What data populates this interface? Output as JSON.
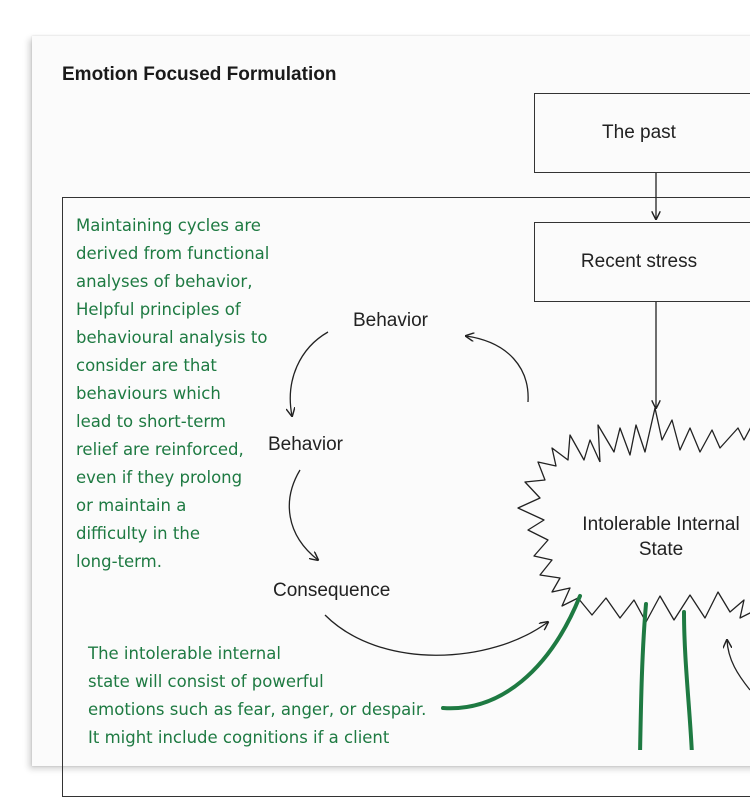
{
  "title": "Emotion Focused Formulation",
  "boxes": {
    "past": "The past",
    "recent": "Recent stress"
  },
  "cycle": {
    "behavior_top": "Behavior",
    "behavior_left": "Behavior",
    "consequence": "Consequence"
  },
  "center": {
    "line1": "Intolerable Internal",
    "line2": "State"
  },
  "notes": {
    "maintaining": [
      "Maintaining cycles are",
      "derived from functional",
      "analyses of behavior,",
      "Helpful principles of",
      "behavioural analysis to",
      "consider are that",
      "behaviours which",
      "lead to short-term",
      "relief are reinforced,",
      "even if they prolong",
      "or maintain a",
      "difficulty in the",
      "long-term."
    ],
    "intolerable": [
      "The intolerable internal",
      "state will consist of powerful",
      "emotions such as fear, anger, or despair.",
      "It might include cognitions if  a client"
    ]
  },
  "colors": {
    "annotation": "#1e7a42",
    "ink": "#222222"
  }
}
